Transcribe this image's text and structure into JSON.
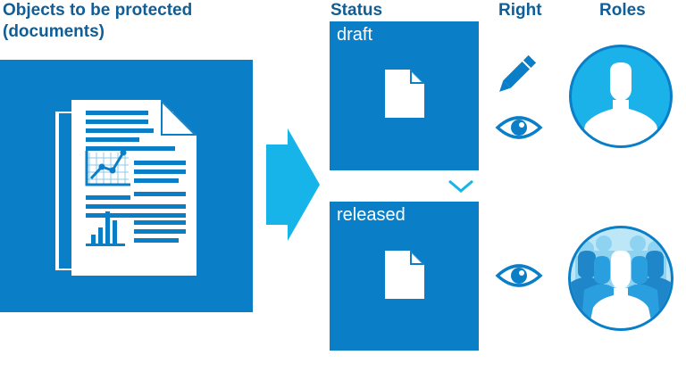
{
  "headers": {
    "objects": [
      "Objects to be protected",
      "(documents)"
    ],
    "status": "Status",
    "right": "Right",
    "roles": "Roles"
  },
  "statuses": [
    {
      "label": "draft",
      "rights": [
        "pencil-icon",
        "eye-icon"
      ],
      "role_icon": "single-user-icon"
    },
    {
      "label": "released",
      "rights": [
        "eye-icon"
      ],
      "role_icon": "group-users-icon"
    }
  ],
  "colors": {
    "primary_blue": "#0a7fc8",
    "arrow_blue": "#17b4ea",
    "heading_blue": "#0f5e98",
    "role_circle": "#1bb2ea"
  }
}
